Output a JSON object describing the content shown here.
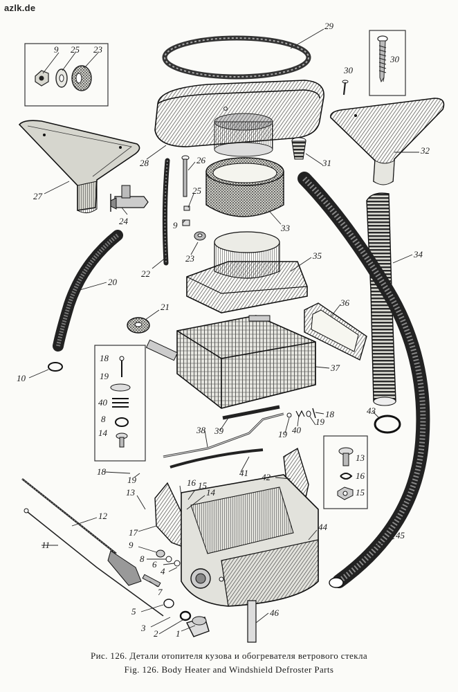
{
  "watermark": "azlk.de",
  "caption": {
    "ru": "Рис. 126. Детали отопителя кузова и обогревателя ветрового стекла",
    "en": "Fig. 126. Body Heater and Windshield Defroster Parts"
  },
  "labels": [
    "1",
    "2",
    "3",
    "4",
    "5",
    "6",
    "7",
    "8",
    "9",
    "10",
    "11",
    "12",
    "13",
    "14",
    "15",
    "16",
    "17",
    "18",
    "19",
    "20",
    "21",
    "22",
    "23",
    "24",
    "25",
    "26",
    "27",
    "28",
    "29",
    "30",
    "31",
    "32",
    "33",
    "34",
    "35",
    "36",
    "37",
    "38",
    "39",
    "40",
    "41",
    "42",
    "43",
    "44",
    "45",
    "46"
  ],
  "callouts": {
    "c9a": "9",
    "c25a": "25",
    "c23a": "23",
    "c29": "29",
    "c30a": "30",
    "c30b": "30",
    "c27": "27",
    "c28": "28",
    "c26": "26",
    "c25b": "25",
    "c9b": "9",
    "c24": "24",
    "c31": "31",
    "c32": "32",
    "c33": "33",
    "c22": "22",
    "c23b": "23",
    "c20": "20",
    "c35": "35",
    "c34": "34",
    "c21": "21",
    "c36": "36",
    "c37": "37",
    "c10": "10",
    "c18a": "18",
    "c19a": "19",
    "c40a": "40",
    "c8a": "8",
    "c14a": "14",
    "c43": "43",
    "c19b": "19",
    "c40b": "40",
    "c19c": "19",
    "c18b": "18",
    "c38": "38",
    "c39": "39",
    "c13a": "13",
    "c16a": "16",
    "c15a": "15",
    "c41": "41",
    "c42": "42",
    "c18c": "18",
    "c19d": "19",
    "c13b": "13",
    "c16b": "16",
    "c15b": "15",
    "c14b": "14",
    "c17": "17",
    "c12": "12",
    "c11": "11",
    "c9c": "9",
    "c8b": "8",
    "c6": "6",
    "c4": "4",
    "c7": "7",
    "c44": "44",
    "c45": "45",
    "c5": "5",
    "c3": "3",
    "c2": "2",
    "c1": "1",
    "c46": "46"
  }
}
